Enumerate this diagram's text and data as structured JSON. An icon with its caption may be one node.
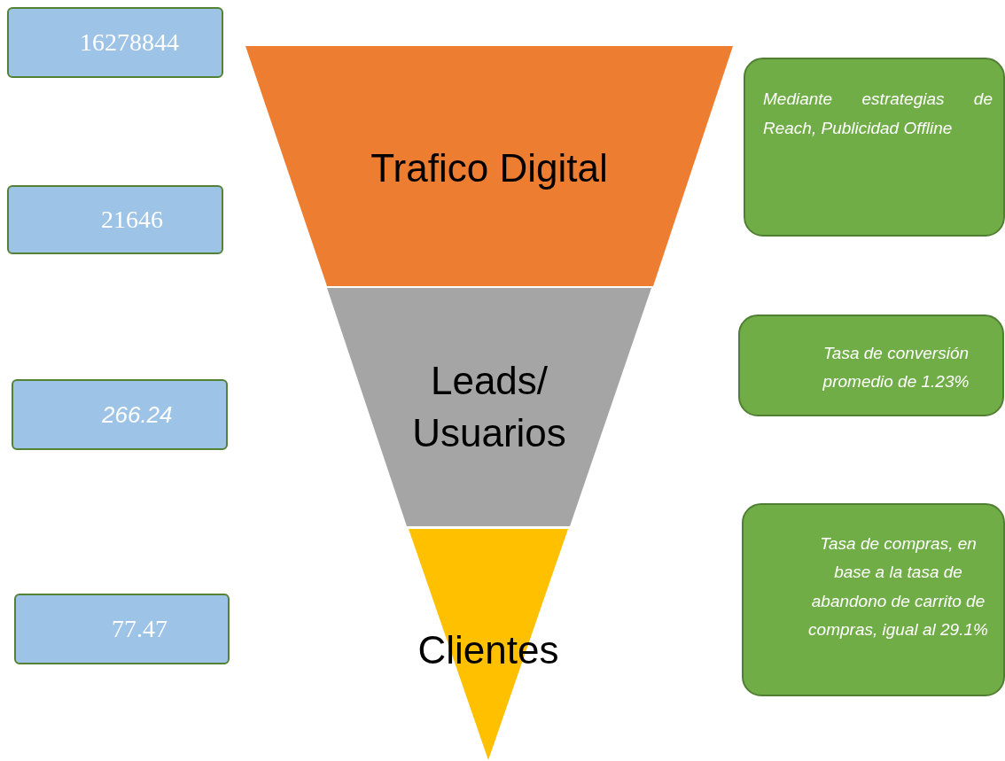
{
  "diagram": {
    "nodes": [
      {
        "text": [
          "16278844"
        ]
      },
      {
        "text": [
          "21646"
        ]
      },
      {
        "text": [
          "266.24"
        ]
      },
      {
        "text": [
          "77.47"
        ]
      },
      {
        "text": [
          "Trafico Digital"
        ]
      },
      {
        "text": [
          "Leads/ Usuarios"
        ]
      },
      {
        "text": [
          "Clientes"
        ]
      },
      {
        "text": [
          "Mediante estrategias de Reach, Publicidad Offline"
        ]
      },
      {
        "text": [
          "Tasa de conversión promedio de 1.23%"
        ]
      },
      {
        "text": [
          "Tasa de compras, en base a la tasa de abandono de carrito de compras, igual al 29.1%"
        ]
      }
    ],
    "edges": []
  }
}
